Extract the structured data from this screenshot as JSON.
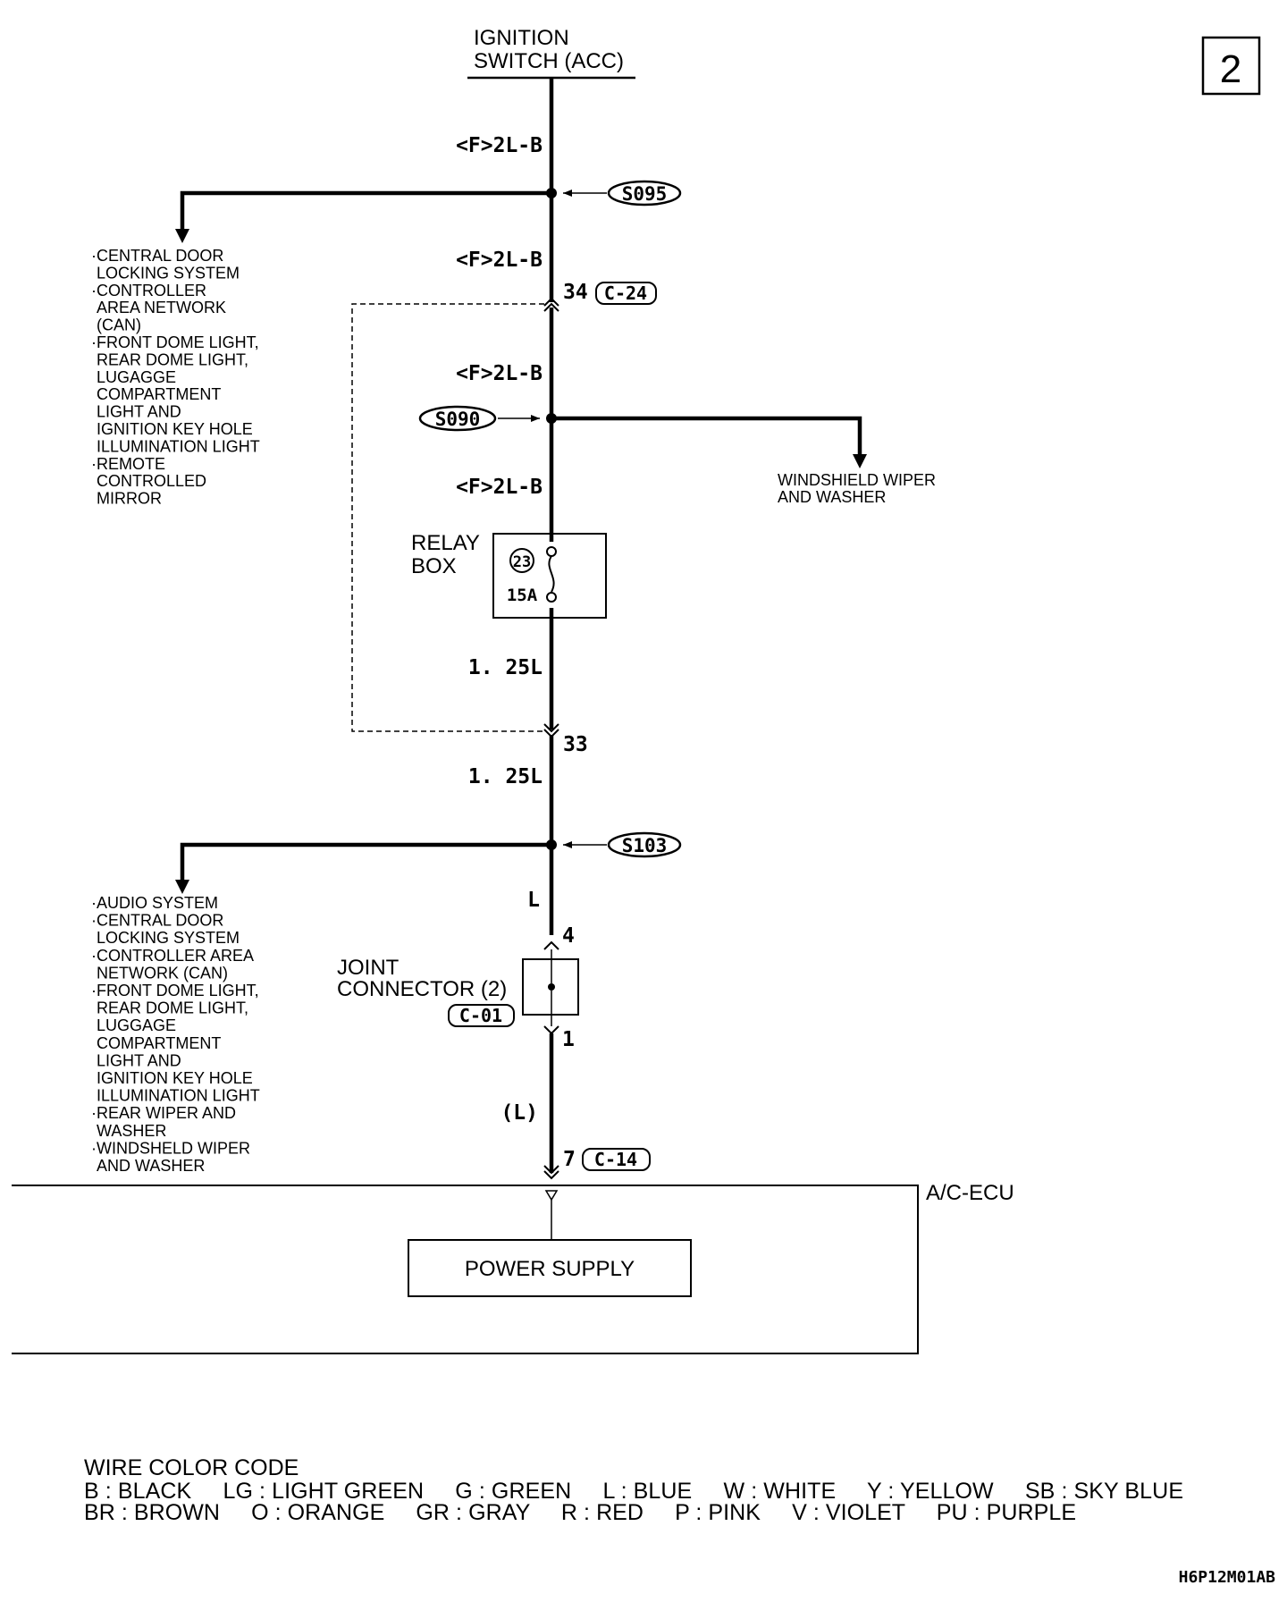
{
  "page_number": "2",
  "source": {
    "line1": "IGNITION",
    "line2": "SWITCH (ACC)"
  },
  "wires": {
    "w1": "<F>2L-B",
    "w2": "<F>2L-B",
    "w3": "<F>2L-B",
    "w4": "<F>2L-B",
    "w5": "1. 25L",
    "w6": "1. 25L",
    "w7": "L",
    "w8": "(L)"
  },
  "splices": {
    "s095": "S095",
    "s090": "S090",
    "s103": "S103"
  },
  "connectors": {
    "c24_pin": "34",
    "c24": "C-24",
    "c24_pin2": "33",
    "c01_pin_in": "4",
    "c01_pin_out": "1",
    "c01": "C-01",
    "c14_pin": "7",
    "c14": "C-14"
  },
  "relay_box": {
    "line1": "RELAY",
    "line2": "BOX",
    "fuse_number": "23",
    "fuse_rating": "15A"
  },
  "joint_connector": {
    "line1": "JOINT",
    "line2": "CONNECTOR (2)"
  },
  "branch_s095": [
    "·CENTRAL DOOR",
    "LOCKING SYSTEM",
    "·CONTROLLER",
    "AREA NETWORK",
    "(CAN)",
    "·FRONT DOME LIGHT,",
    "REAR DOME LIGHT,",
    "LUGAGGE",
    "COMPARTMENT",
    "LIGHT AND",
    "IGNITION KEY HOLE",
    "ILLUMINATION LIGHT",
    "·REMOTE",
    "CONTROLLED",
    "MIRROR"
  ],
  "branch_s090": [
    "WINDSHIELD WIPER",
    "AND WASHER"
  ],
  "branch_s103": [
    "·AUDIO SYSTEM",
    "·CENTRAL DOOR",
    "LOCKING SYSTEM",
    "·CONTROLLER AREA",
    "NETWORK (CAN)",
    "·FRONT DOME LIGHT,",
    "REAR DOME LIGHT,",
    "LUGGAGE",
    "COMPARTMENT",
    "LIGHT AND",
    "IGNITION KEY HOLE",
    "ILLUMINATION LIGHT",
    "·REAR WIPER AND",
    "WASHER",
    "·WINDSHELD WIPER",
    "AND WASHER"
  ],
  "ecu": {
    "name": "A/C-ECU",
    "block": "POWER SUPPLY"
  },
  "legend": {
    "title": "WIRE COLOR CODE",
    "row1": "B : BLACK     LG : LIGHT GREEN     G : GREEN     L : BLUE     W : WHITE     Y : YELLOW     SB : SKY BLUE",
    "row2": "BR : BROWN     O : ORANGE     GR : GRAY     R : RED     P : PINK     V : VIOLET     PU : PURPLE"
  },
  "figure_code": "H6P12M01AB"
}
